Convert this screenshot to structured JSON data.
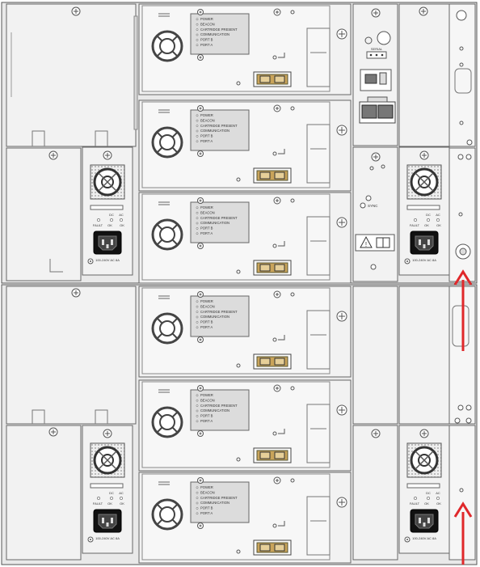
{
  "colors": {
    "chassis": "#e9e9e9",
    "panel": "#f2f2f2",
    "panel_dark": "#dcdcdc",
    "outline": "#555555",
    "connector_gold": "#c9a45a",
    "socket": "#111111",
    "arrow": "#e0282b"
  },
  "drive_modules": [
    {
      "status_labels": [
        "POWER",
        "BEACON",
        "CARTRIDGE PRESENT",
        "COMMUNICATION",
        "PORT B",
        "PORT A"
      ]
    },
    {
      "status_labels": [
        "POWER",
        "BEACON",
        "CARTRIDGE PRESENT",
        "COMMUNICATION",
        "PORT B",
        "PORT A"
      ]
    },
    {
      "status_labels": [
        "POWER",
        "BEACON",
        "CARTRIDGE PRESENT",
        "COMMUNICATION",
        "PORT B",
        "PORT A"
      ]
    },
    {
      "status_labels": [
        "POWER",
        "BEACON",
        "CARTRIDGE PRESENT",
        "COMMUNICATION",
        "PORT B",
        "PORT A"
      ]
    },
    {
      "status_labels": [
        "POWER",
        "BEACON",
        "CARTRIDGE PRESENT",
        "COMMUNICATION",
        "PORT B",
        "PORT A"
      ]
    },
    {
      "status_labels": [
        "POWER",
        "BEACON",
        "CARTRIDGE PRESENT",
        "COMMUNICATION",
        "PORT B",
        "PORT A"
      ]
    }
  ],
  "power_supplies": [
    {
      "led_labels_top": [
        "DC",
        "AC"
      ],
      "led_labels_bottom": [
        "FAULT",
        "OK",
        "OK"
      ],
      "rating": "100-240V AC 8A"
    },
    {
      "led_labels_top": [
        "DC",
        "AC"
      ],
      "led_labels_bottom": [
        "FAULT",
        "OK",
        "OK"
      ],
      "rating": "100-240V AC 8A"
    },
    {
      "led_labels_top": [
        "DC",
        "AC"
      ],
      "led_labels_bottom": [
        "FAULT",
        "OK",
        "OK"
      ],
      "rating": "100-240V AC 8A"
    },
    {
      "led_labels_top": [
        "DC",
        "AC"
      ],
      "led_labels_bottom": [
        "FAULT",
        "OK",
        "OK"
      ],
      "rating": "100-240V AC 8A"
    }
  ],
  "controller": {
    "serial_label": "SERIAL",
    "sync_label": "SYNC"
  },
  "icons": [
    "thumbscrew-icon",
    "fan-icon",
    "ac-inlet-icon",
    "warning-icon",
    "manual-icon",
    "usb-icon",
    "ethernet-port-icon",
    "arrow-up-icon"
  ]
}
